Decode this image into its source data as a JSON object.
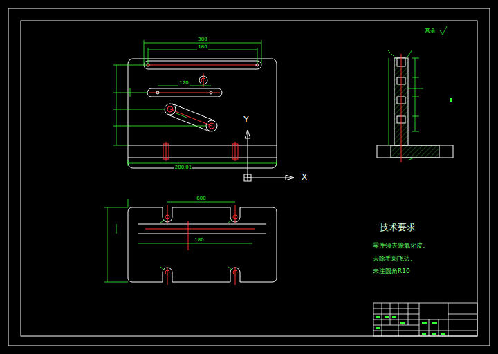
{
  "diagram": {
    "labels": [
      "技术要求",
      "零件须去除氧化皮。",
      "去除毛刺飞边。",
      "未注圆角R10",
      "Y",
      "X",
      "300",
      "180",
      "120",
      "200.01",
      "600",
      "180",
      "其余"
    ]
  }
}
